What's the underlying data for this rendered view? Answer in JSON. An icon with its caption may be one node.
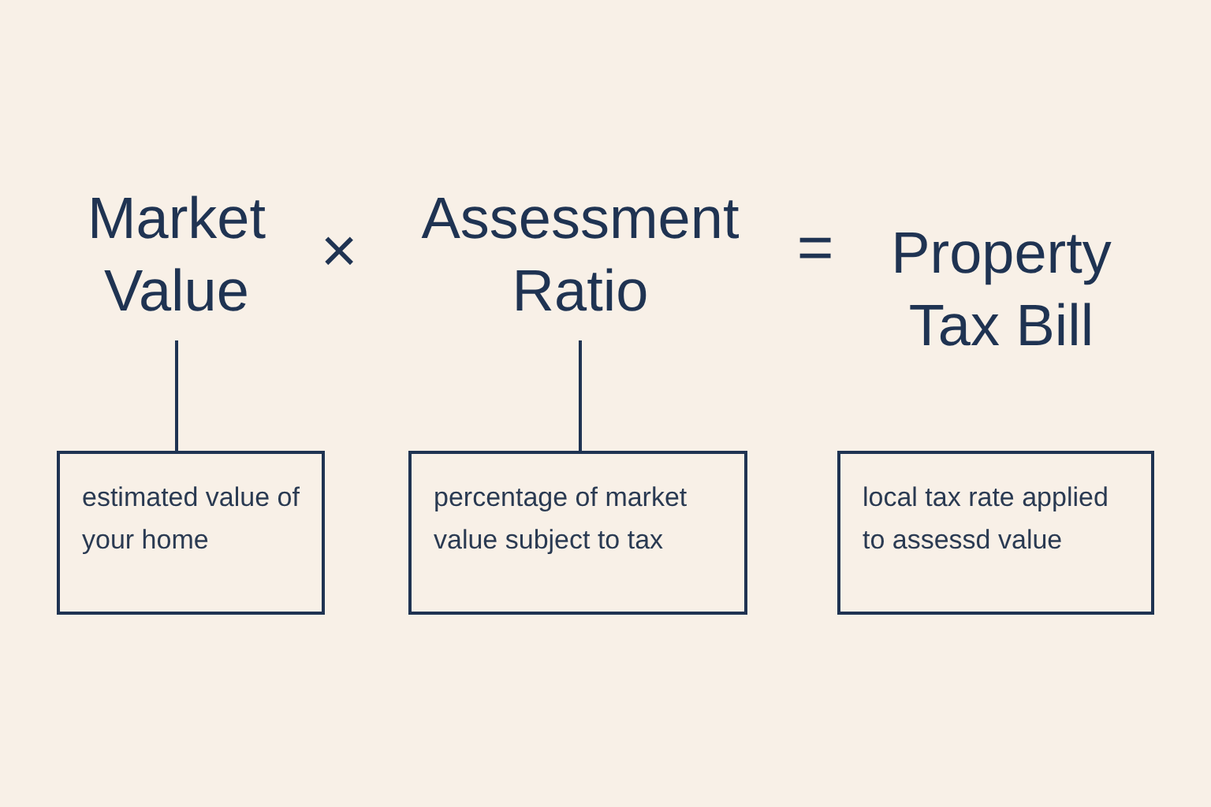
{
  "diagram": {
    "nodes": [
      {
        "text": [
          "Market Value"
        ]
      },
      {
        "text": [
          "Assessment Ratio"
        ]
      },
      {
        "text": [
          "estimated value of your home"
        ]
      },
      {
        "text": [
          "percentage of market value subject to tax"
        ]
      },
      {
        "text": [
          "local tax rate applied to assessd value"
        ]
      }
    ],
    "edges": [
      {
        "from": 0,
        "to": 2,
        "arrow": "none"
      },
      {
        "from": 1,
        "to": 3,
        "arrow": "none"
      }
    ],
    "labels": [
      "×",
      "=",
      "Property Tax Bill"
    ]
  }
}
